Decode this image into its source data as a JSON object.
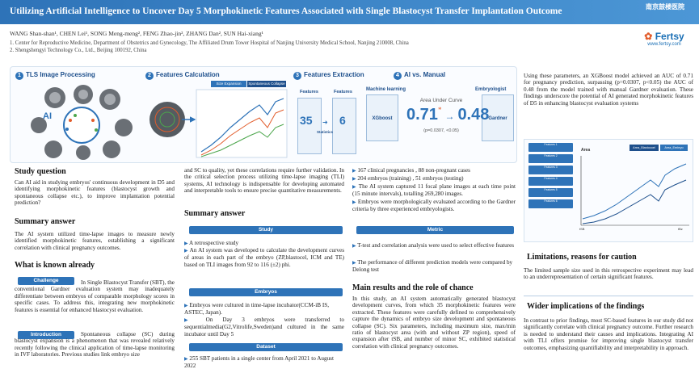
{
  "header": {
    "title": "Utilizing Artificial Intelligence to Uncover Day 5 Morphokinetic Features Associated with Single Blastocyst Transfer Implantation Outcome",
    "authors": "WANG Shan-shan¹,   CHEN Lei¹,   SONG Meng-meng²,   FENG Zhao-jin²,   ZHANG Dan²,   SUN Hai-xiang¹",
    "affiliation1": "1. Center for Reproductive Medicine, Department of Obstetrics and Gynecology, The Affiliated Drum Tower Hospital of Nanjing University Medical School, Nanjing 210008, China",
    "affiliation2": "2. Shengshengyi Technology Co., Ltd., Beijing 100192, China",
    "logo_hospital": "南京鼓楼医院",
    "logo_brand": "Fertsy",
    "logo_site": "www.fertsy.com"
  },
  "graphic": {
    "s1": "TLS Image Processing",
    "s2": "Features Calculation",
    "s3": "Features Extraction",
    "s4": "AI vs. Manual",
    "size_expansion": "Size Expansion",
    "spontaneous_collapse": "Spontaneous Collapse",
    "ai": "AI",
    "features_a": "Features",
    "features_b": "Features",
    "statistics": "Statistics",
    "n35": "35",
    "n6": "6",
    "ml": "Machine learning",
    "embryologist": "Embryologist",
    "xgboost": "XGboost",
    "gardner": "Gardner",
    "auc_label": "Area Under Curve",
    "auc_ai": "0.71",
    "auc_manual": "0.48",
    "arrow": "→",
    "star": "*",
    "pval": "(p=0.0307, <0.05)"
  },
  "col1": {
    "h_question": "Study question",
    "question": "Can AI aid in  studying embryos' continuous development in D5 and identifying morphokinetic features (blastocyst growth and spontaneous collapse etc.), to improve implantation potential prediction?",
    "h_answer": "Summary answer",
    "answer": "The AI system utilized time-lapse images to measure newly identified morphokinetic features, establishing a significant correlation with clinical pregnancy outcomes.",
    "h_known": "What is known already",
    "pill_challenge": "Challenge",
    "challenge": "In Single Blastocyst Transfer (SBT), the conventional Gardner evaluation system may inadequately differentiate between embryos of comparable morphology scores in specific cases. To address this, integrating new morphokinetic features is essential for enhanced blastocyst evaluation.",
    "pill_intro": "Introduction",
    "intro": "Spontaneous collapse (SC) during blastocyst expansion is a phenomenon that was revealed relatively recently following the clinical application of time-lapse monitoring in IVF laboratories. Previous studies link embryo size"
  },
  "col2": {
    "cont": "and SC to quality, yet these correlations require further validation. In the critical selection process utilizing time-lapse imaging (TLI) systems, AI technology is indispensable for developing automated and interpretable tools to ensure precise quantitative measurements.",
    "h_summary": "Summary answer",
    "pill_study": "Study",
    "study1": "A retrospective study",
    "study2": "An AI system was developed to calculate the development curves of areas in each part of the embryo (ZP,blastocel, ICM and TE) based on TLI images from 92 to 116 (±2) phi.",
    "pill_embryos": "Embryos",
    "emb1": "Embryos were cultured in time-lapse incubator(CCM-iB IS, ASTEC, Japan).",
    "emb2": "On Day 3 embryos were transferred to sequentialmedia(G2,Vitrolife,Sweden)and cultured in the same incubator until Day 5",
    "pill_dataset": "Dataset",
    "ds1": "255 SBT patients in a single center from April 2021 to August 2022"
  },
  "col3": {
    "b1": "167 clinical pregnancies , 88 non-pregnant cases",
    "b2": "204 embryos (training) ,  51 embryos (testing)",
    "b3": "The AI system captured 11 focal plane images at each time point (15 minute intervals), totalling 269,280 images.",
    "b4": "Embryos were morphologically evaluated according to the Gardner criteria by three experienced embryologists.",
    "pill_metric": "Metric",
    "m1": "T-test and correlation analysis were used to select effective features",
    "m2": "The performance of different prediction models were compared by Delong test",
    "h_results": "Main results and the role of chance",
    "results": "In this study, an AI system automatically generated blastocyst development curves, from which 35 morphokinetic features were extracted. These features were carefully defined to comprehensively capture the dynamics of embryo size development and spontaneous collapse (SC). Six parameters, including maximum size, max/min ratio of blastocyst area (with and without ZP region), speed of expansion after tSB, and number of minor SC, exhibited statistical correlation with clinical pregnancy outcomes."
  },
  "col4": {
    "top": "Using these parameters, an XGBoost model achieved an AUC of 0.71 for pregnancy prediction, surpassing (p=0.0307, p<0.05) the AUC of 0.48 from the model trained with manual Gardner evaluation. These findings underscore the potential of AI generated morphokinetic features of D5 in enhancing blastocyst evaluation systems",
    "fig_area": "Area",
    "fig_leg1": "Area_Blastocoel",
    "fig_leg2": "Area_Embryo",
    "fig_xlabel": "tSB",
    "fig_xlabel2": "tBz",
    "fig_feat": [
      "Features 1",
      "Features 2",
      "Features 3",
      "Features 4",
      "Features 5",
      "Features 6"
    ],
    "h_limit": "Limitations, reasons for caution",
    "limit": "The limited sample size used in this retrospective experiment may lead to an underrepresentation of certain significant features.",
    "h_wider": "Wider implications of the findings",
    "wider": "In contrast to prior findings, most SC-based features in our study did not significantly correlate with clinical pregnancy outcome. Further research is needed to understand their causes and implications. Integrating AI with TLI offers promise for improving single blastocyst transfer outcomes, emphasizing quantifiability and interpretability in approach."
  }
}
